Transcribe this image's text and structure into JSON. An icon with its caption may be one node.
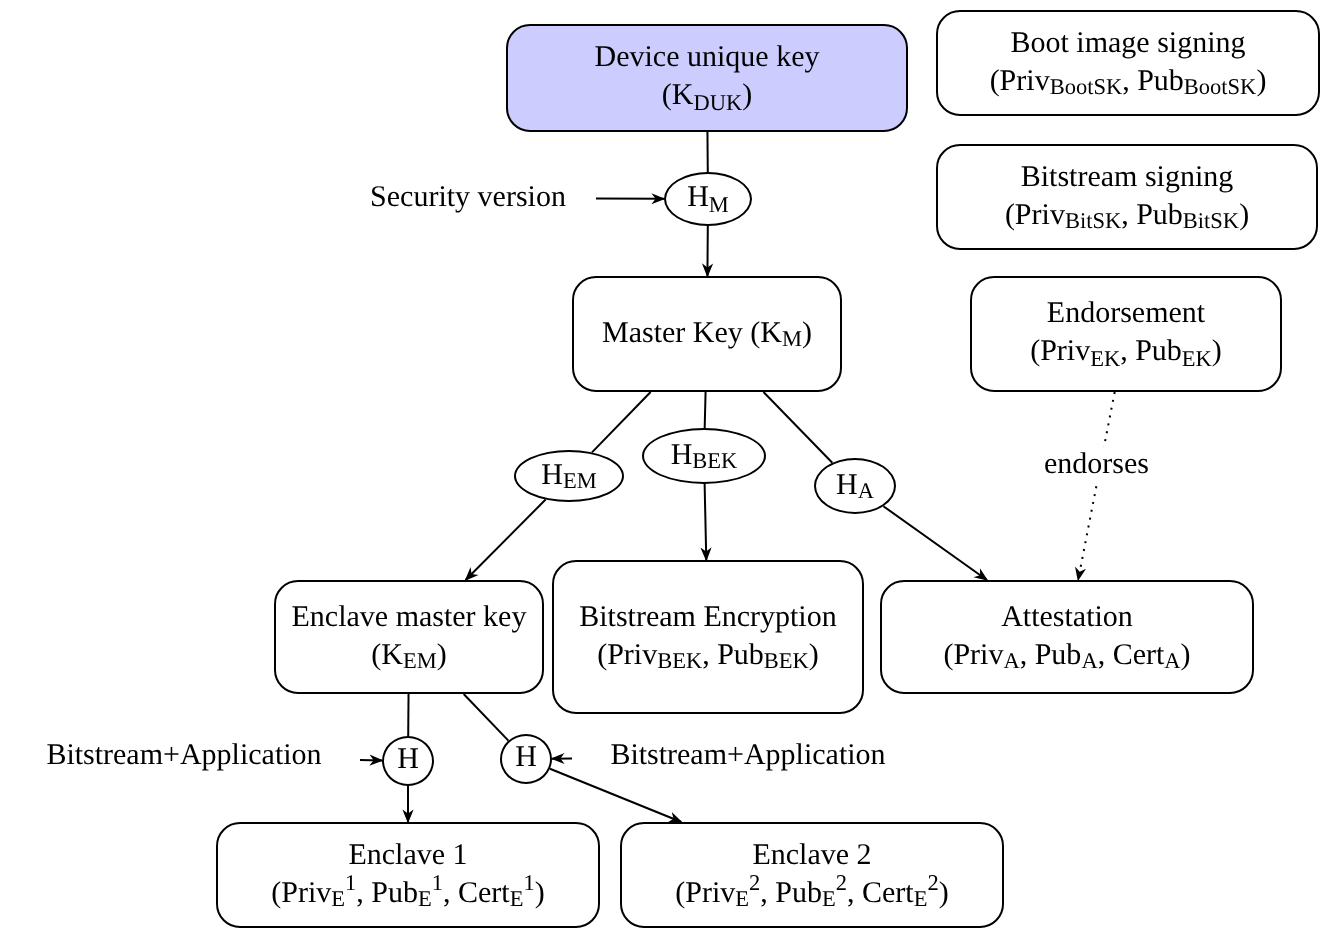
{
  "diagram": {
    "nodes": [
      {
        "text": [
          "Device unique key",
          "(K$_{DUK}$)"
        ]
      },
      {
        "text": [
          "Boot image signing",
          "(Priv$_{BootSK}$, Pub$_{BootSK}$)"
        ]
      },
      {
        "text": [
          "Bitstream signing",
          "(Priv$_{BitSK}$, Pub$_{BitSK}$)"
        ]
      },
      {
        "text": [
          "Security version"
        ]
      },
      {
        "text": [
          "H$_{M}$"
        ]
      },
      {
        "text": [
          "Master Key (K$_{M}$)"
        ]
      },
      {
        "text": [
          "Endorsement",
          "(Priv$_{EK}$, Pub$_{EK}$)"
        ]
      },
      {
        "text": [
          "H$_{EM}$"
        ]
      },
      {
        "text": [
          "H$_{BEK}$"
        ]
      },
      {
        "text": [
          "H$_{A}$"
        ]
      },
      {
        "text": [
          "Enclave master key (K$_{EM}$)"
        ]
      },
      {
        "text": [
          "Bitstream Encryption",
          "(Priv$_{BEK}$, Pub$_{BEK}$)"
        ]
      },
      {
        "text": [
          "Attestation",
          "(Priv$_{A}$, Pub$_{A}$, Cert$_{A}$)"
        ]
      },
      {
        "text": [
          "Bitstream+Application"
        ]
      },
      {
        "text": [
          "H"
        ]
      },
      {
        "text": [
          "H"
        ]
      },
      {
        "text": [
          "Bitstream+Application"
        ]
      },
      {
        "text": [
          "Enclave 1",
          "(Priv$_{E}$$^{1}$, Pub$_{E}$$^{1}$, Cert$_{E}$$^{1}$)"
        ]
      },
      {
        "text": [
          "Enclave 2",
          "(Priv$_{E}$$^{2}$, Pub$_{E}$$^{2}$, Cert$_{E}$$^{2}$)"
        ]
      }
    ],
    "edges": [
      {
        "from": 0,
        "to": 4,
        "arrow": "none"
      },
      {
        "from": 3,
        "to": 4,
        "arrow": "to"
      },
      {
        "from": 4,
        "to": 5,
        "arrow": "to"
      },
      {
        "from": 5,
        "to": 7,
        "arrow": "none"
      },
      {
        "from": 5,
        "to": 8,
        "arrow": "none"
      },
      {
        "from": 5,
        "to": 9,
        "arrow": "none"
      },
      {
        "from": 7,
        "to": 10,
        "arrow": "to"
      },
      {
        "from": 8,
        "to": 11,
        "arrow": "to"
      },
      {
        "from": 9,
        "to": 12,
        "arrow": "to"
      },
      {
        "from": 6,
        "to": 12,
        "arrow": "to",
        "label": "endorses",
        "style": "dashed"
      },
      {
        "from": 10,
        "to": 14,
        "arrow": "none"
      },
      {
        "from": 10,
        "to": 15,
        "arrow": "none"
      },
      {
        "from": 13,
        "to": 14,
        "arrow": "to"
      },
      {
        "from": 16,
        "to": 15,
        "arrow": "to"
      },
      {
        "from": 14,
        "to": 17,
        "arrow": "to"
      },
      {
        "from": 15,
        "to": 18,
        "arrow": "to"
      }
    ]
  }
}
